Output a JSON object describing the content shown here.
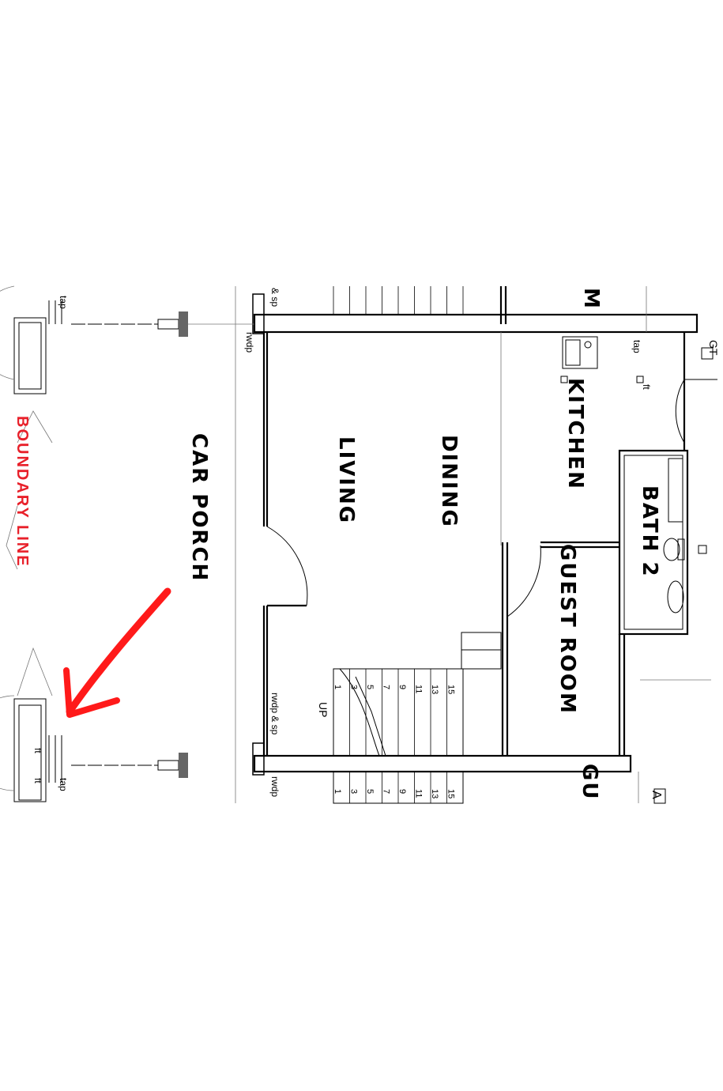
{
  "rooms": {
    "car_porch": "CAR PORCH",
    "living": "LIVING",
    "dining": "DINING",
    "kitchen": "KITCHEN",
    "bath2": "BATH 2",
    "guest_room": "GUEST ROOM",
    "partial_room": "GU",
    "partial_top": "M",
    "partial_a": "A"
  },
  "boundary_line": "BOUNDARY LINE",
  "labels": {
    "tap_top": "tap",
    "tap_bottom": "tap",
    "tap_kitchen": "tap",
    "ft_kitchen": "ft",
    "ft_left_1": "ft",
    "ft_left_2": "ft",
    "rwdp_top": "rwdp",
    "rwdp_sp_top": "& sp",
    "rwdp_sp_mid": "rwdp & sp",
    "rwdp_bottom": "rwdp",
    "gt": "GT",
    "up": "UP"
  },
  "stairs": {
    "numbers": [
      "1",
      "3",
      "5",
      "7",
      "9",
      "11",
      "13",
      "15"
    ]
  },
  "colors": {
    "line": "#000000",
    "boundary": "#e8202a",
    "column": "#666666",
    "arrow": "#ff1a1a"
  }
}
